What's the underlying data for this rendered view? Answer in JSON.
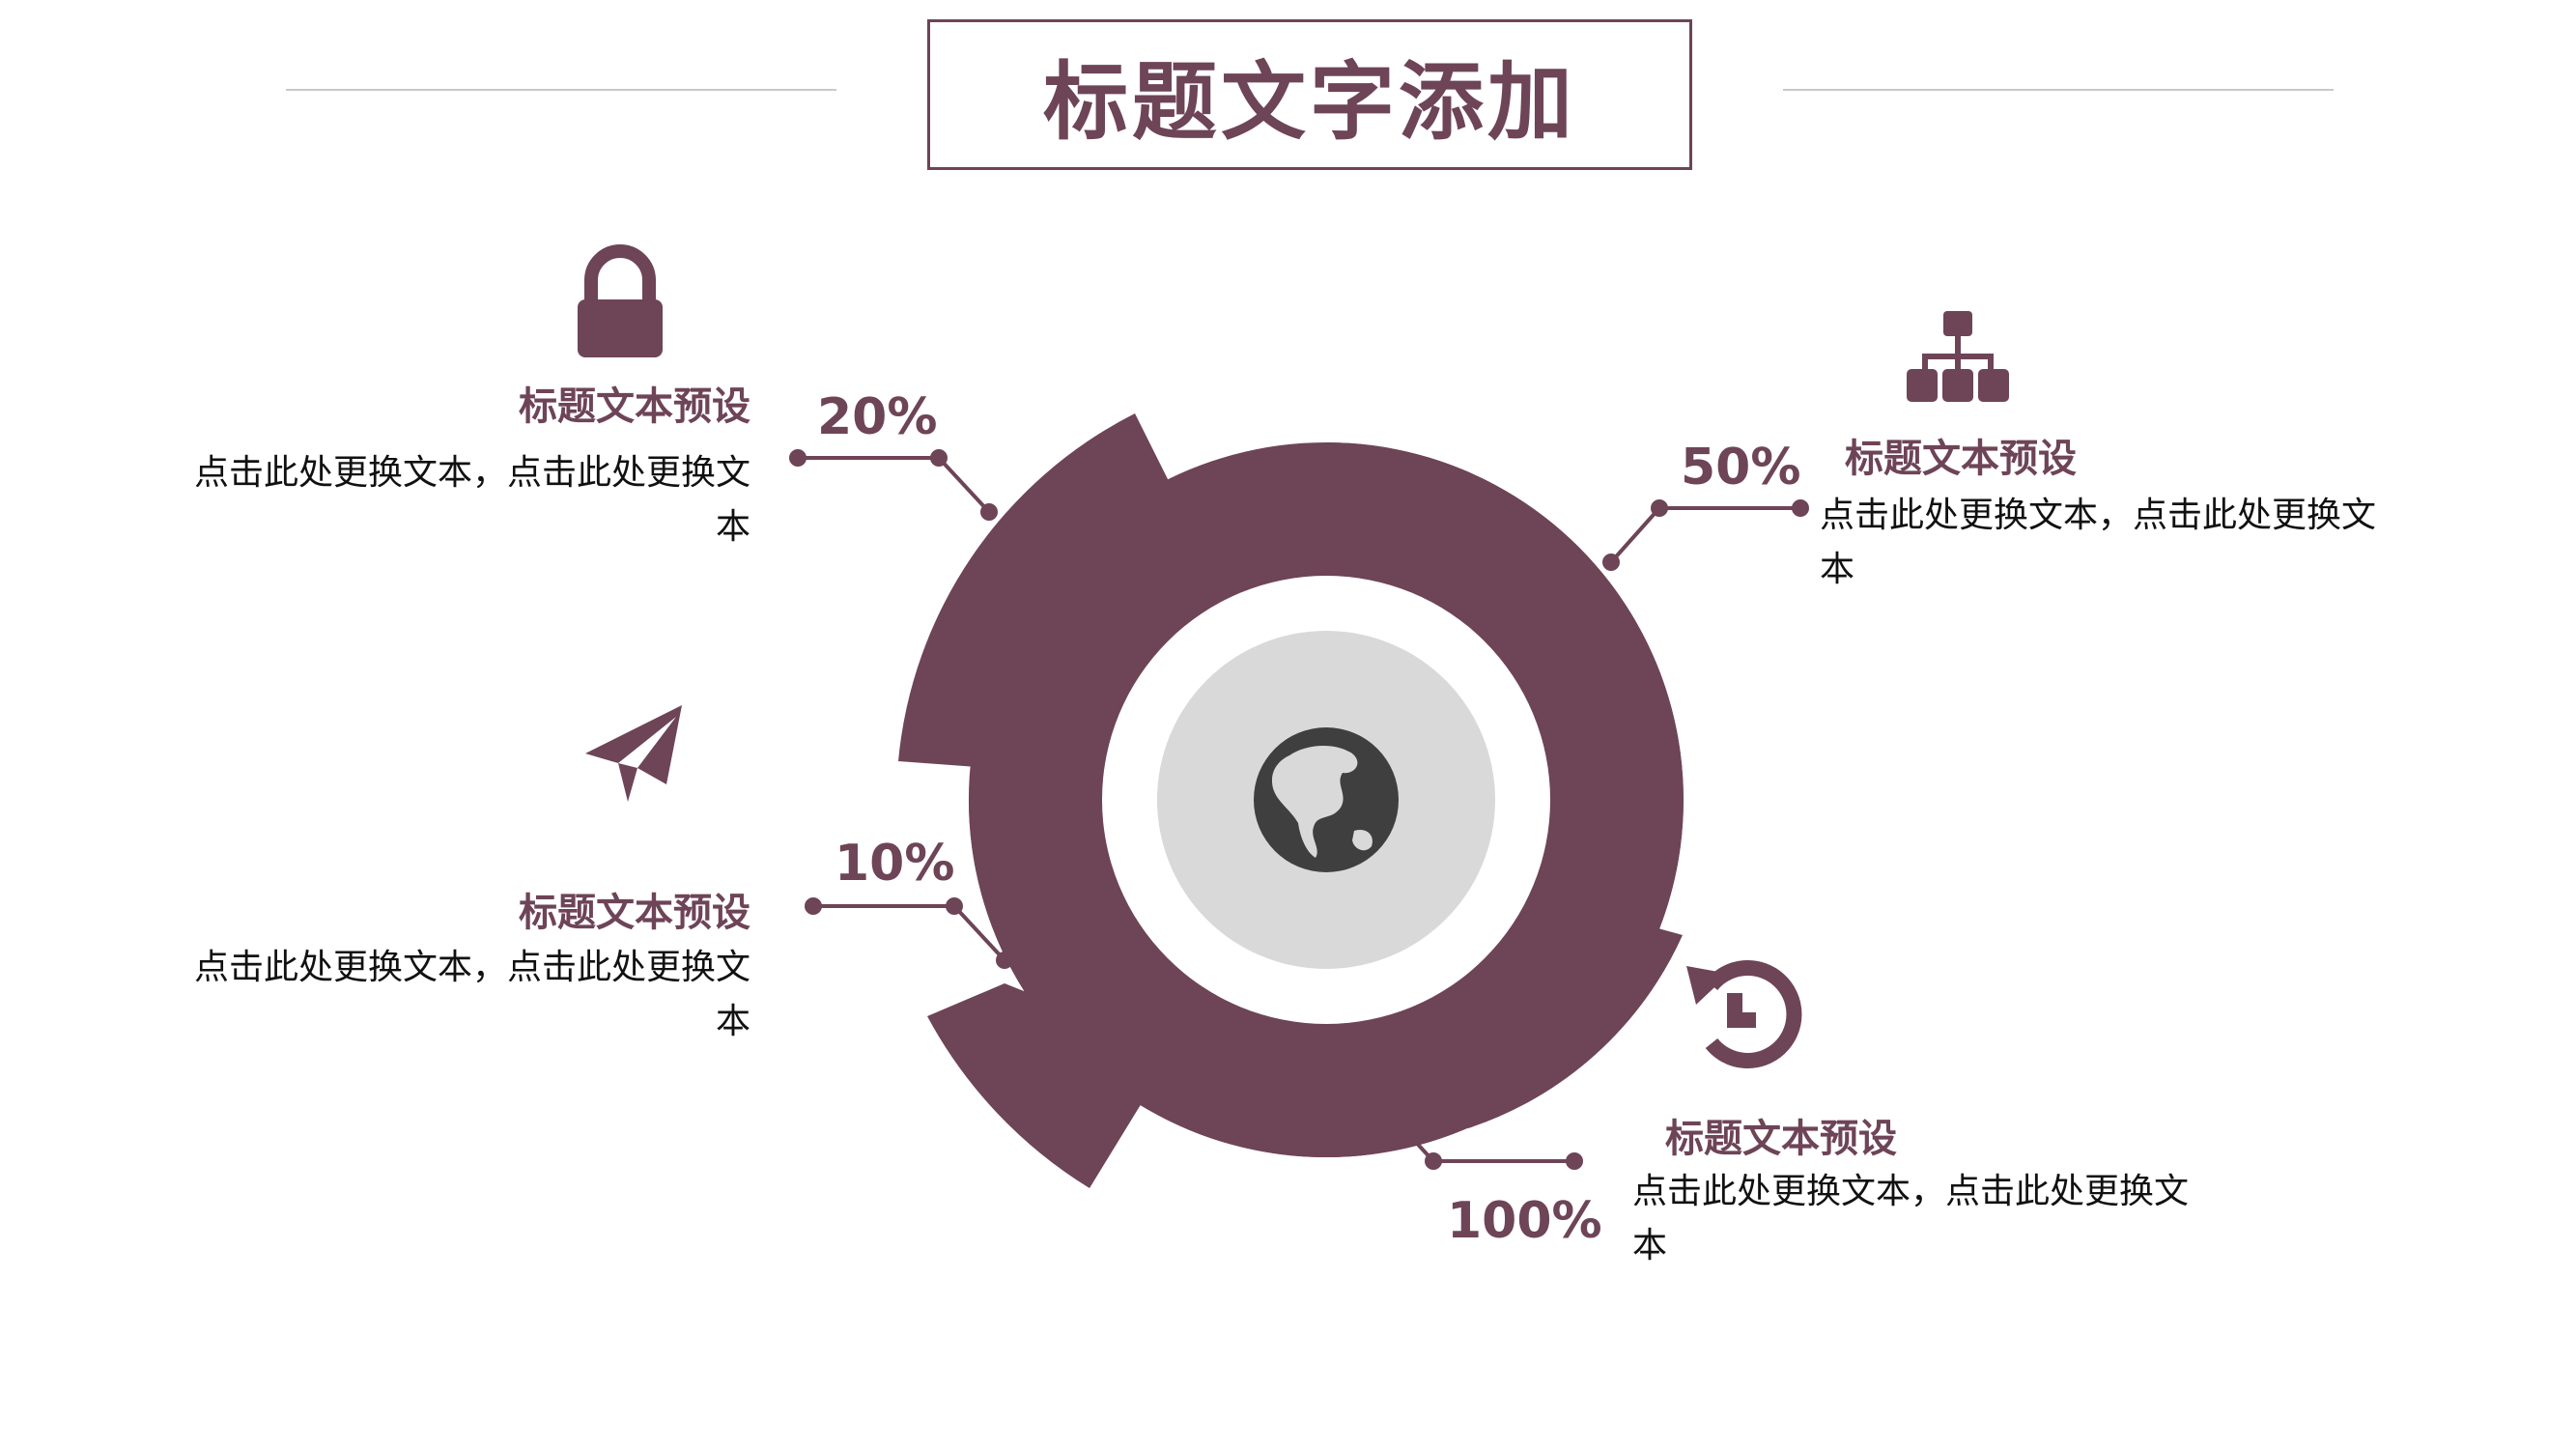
{
  "title": "标题文字添加",
  "colors": {
    "accent": "#6e4457",
    "inner_disc": "#d9d9d9",
    "globe": "#3f3f3f",
    "rule": "#c9c9c9"
  },
  "segments": [
    {
      "percent": "20%",
      "heading": "标题文本预设",
      "body": "点击此处更换文本，点击此处更换文本",
      "icon": "lock-icon"
    },
    {
      "percent": "50%",
      "heading": "标题文本预设",
      "body": "点击此处更换文本，点击此处更换文本",
      "icon": "sitemap-icon"
    },
    {
      "percent": "10%",
      "heading": "标题文本预设",
      "body": "点击此处更换文本，点击此处更换文本",
      "icon": "paper-plane-icon"
    },
    {
      "percent": "100%",
      "heading": "标题文本预设",
      "body": "点击此处更换文本，点击此处更换文本",
      "icon": "history-icon"
    }
  ],
  "center_icon": "globe-icon"
}
